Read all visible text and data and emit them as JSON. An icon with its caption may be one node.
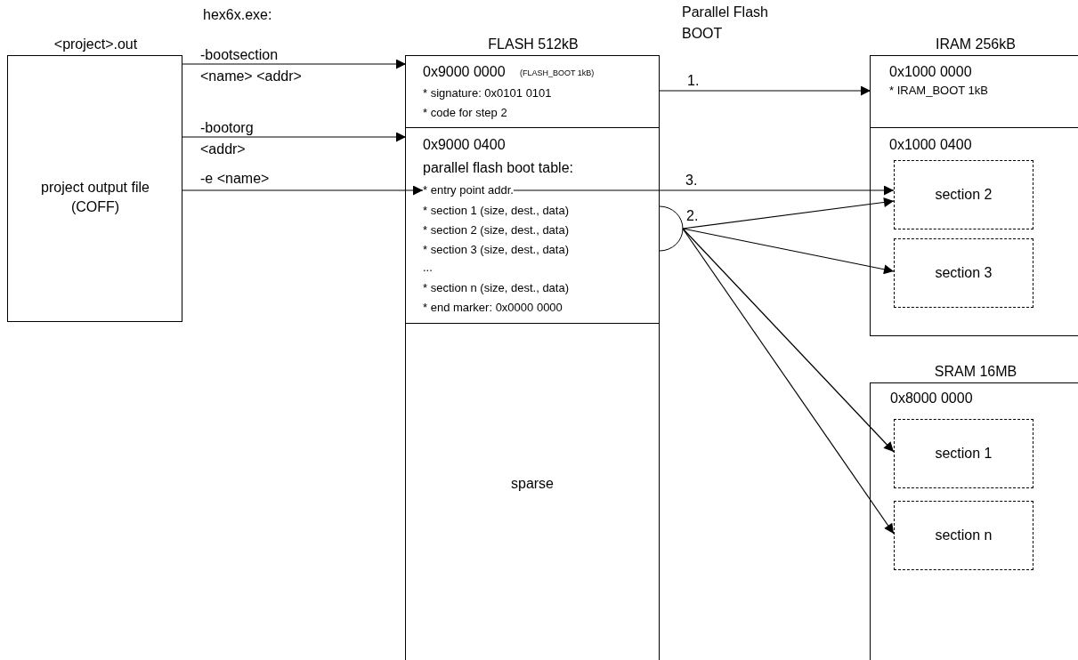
{
  "diagram": {
    "nodes": [
      {
        "text": [
          "<project>.out",
          "project output file (COFF)"
        ]
      },
      {
        "text": [
          "FLASH 512kB"
        ]
      },
      {
        "text": [
          "0x9000 0000",
          "(FLASH_BOOT 1kB)",
          "* signature: 0x0101 0101",
          "* code for step 2"
        ],
        "in": 1
      },
      {
        "text": [
          "0x9000 0400",
          "parallel flash boot table:",
          "* section 1 (size, dest., data)",
          "* section 2 (size, dest., data)",
          "* section 3 (size, dest., data)",
          "...",
          "* section n (size, dest., data)",
          "* end marker: 0x0000 0000"
        ],
        "in": 1
      },
      {
        "text": [
          "* entry point addr."
        ],
        "in": 3
      },
      {
        "text": [
          "sparse"
        ],
        "in": 1
      },
      {
        "text": [],
        "shape": "circle"
      },
      {
        "text": [
          "IRAM 256kB"
        ]
      },
      {
        "text": [
          "0x1000 0000",
          "* IRAM_BOOT 1kB"
        ],
        "in": 7
      },
      {
        "text": [
          "0x1000 0400"
        ],
        "in": 7
      },
      {
        "text": [
          "section 2"
        ],
        "in": 9
      },
      {
        "text": [
          "section 3"
        ],
        "in": 9
      },
      {
        "text": [
          "SRAM 16MB",
          "0x8000 0000"
        ]
      },
      {
        "text": [
          "section 1"
        ],
        "in": 12
      },
      {
        "text": [
          "section n"
        ],
        "in": 12
      }
    ],
    "edges": [
      {
        "from": 0,
        "to": 2,
        "arrow": "to",
        "label": "-bootsection <name> <addr>"
      },
      {
        "from": 0,
        "to": 3,
        "arrow": "to",
        "label": "-bootorg <addr>"
      },
      {
        "from": 0,
        "to": 4,
        "arrow": "to",
        "label": "-e <name>"
      },
      {
        "from": 2,
        "to": 8,
        "arrow": "to",
        "label": "1."
      },
      {
        "from": 4,
        "to": 10,
        "arrow": "to",
        "label": "3."
      },
      {
        "from": 6,
        "to": 10,
        "arrow": "to",
        "label": "2."
      },
      {
        "from": 6,
        "to": 11,
        "arrow": "to"
      },
      {
        "from": 6,
        "to": 13,
        "arrow": "to"
      },
      {
        "from": 6,
        "to": 14,
        "arrow": "to"
      }
    ],
    "labels": [
      "hex6x.exe:",
      "Parallel Flash BOOT"
    ]
  }
}
